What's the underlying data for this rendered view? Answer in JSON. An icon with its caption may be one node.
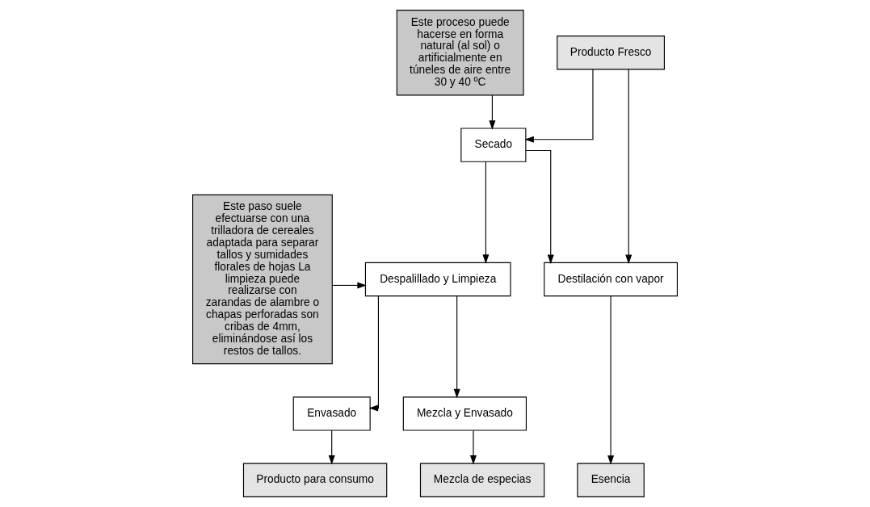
{
  "diagram": {
    "nodes": [
      {
        "text": [
          "Este proceso puede hacerse en forma natural (al sol) o artificialmente en túneles de aire entre 30 y 40 ºC"
        ]
      },
      {
        "text": [
          "Producto Fresco"
        ]
      },
      {
        "text": [
          "Secado"
        ]
      },
      {
        "text": [
          "Este paso suele efectuarse con una trilladora de cereales adaptada para separar tallos y sumidades florales de hojas La limpieza puede realizarse con zarandas de alambre o chapas perforadas son cribas de 4mm, eliminándose así los restos de tallos."
        ]
      },
      {
        "text": [
          "Despalillado y Limpieza"
        ]
      },
      {
        "text": [
          "Destilación con vapor"
        ]
      },
      {
        "text": [
          "Envasado"
        ]
      },
      {
        "text": [
          "Mezcla y Envasado"
        ]
      },
      {
        "text": [
          "Producto para consumo"
        ]
      },
      {
        "text": [
          "Mezcla de especias"
        ]
      },
      {
        "text": [
          "Esencia"
        ]
      }
    ],
    "edges": [
      {
        "from": 0,
        "to": 2,
        "arrow": "to"
      },
      {
        "from": 1,
        "to": 2,
        "arrow": "to"
      },
      {
        "from": 1,
        "to": 5,
        "arrow": "to"
      },
      {
        "from": 2,
        "to": 5,
        "arrow": "to"
      },
      {
        "from": 2,
        "to": 4,
        "arrow": "to"
      },
      {
        "from": 3,
        "to": 4,
        "arrow": "to"
      },
      {
        "from": 4,
        "to": 6,
        "arrow": "to"
      },
      {
        "from": 4,
        "to": 7,
        "arrow": "to"
      },
      {
        "from": 6,
        "to": 8,
        "arrow": "to"
      },
      {
        "from": 7,
        "to": 9,
        "arrow": "to"
      },
      {
        "from": 5,
        "to": 10,
        "arrow": "to"
      }
    ]
  }
}
